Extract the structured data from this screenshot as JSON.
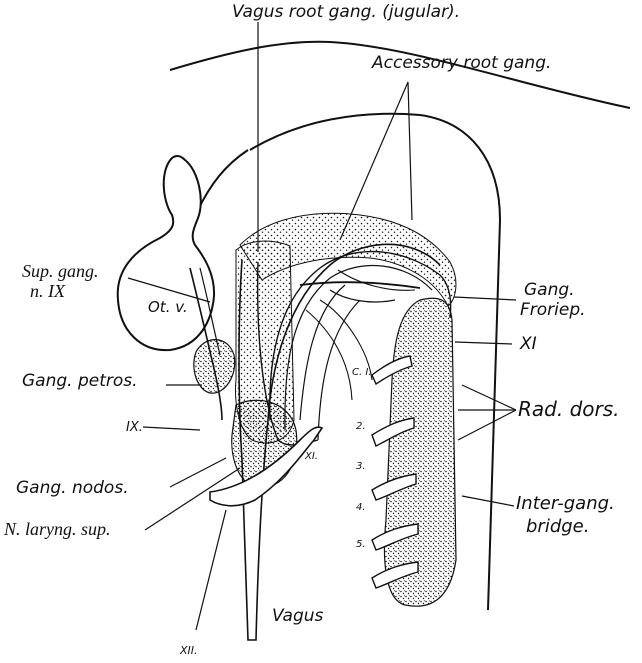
{
  "labels": {
    "vagus_root": "Vagus root gang. (jugular).",
    "accessory_root": "Accessory root gang.",
    "sup_gang_1": "Sup. gang.",
    "sup_gang_2": "n. IX",
    "ot_v": "Ot. v.",
    "gang_froriep_1": "Gang.",
    "gang_froriep_2": "Froriep.",
    "xi_right": "XI",
    "gang_petros": "Gang. petros.",
    "c1": "C. I.",
    "ix": "IX.",
    "two": "2.",
    "rad_dors": "Rad. dors.",
    "xi_small": "XI.",
    "three": "3.",
    "gang_nodos": "Gang. nodos.",
    "four": "4.",
    "inter_gang_1": "Inter-gang.",
    "inter_gang_2": "bridge.",
    "n_laryng": "N. laryng. sup.",
    "five": "5.",
    "vagus": "Vagus",
    "xii": "XII."
  },
  "colors": {
    "ink": "#111111",
    "paper": "#ffffff"
  }
}
